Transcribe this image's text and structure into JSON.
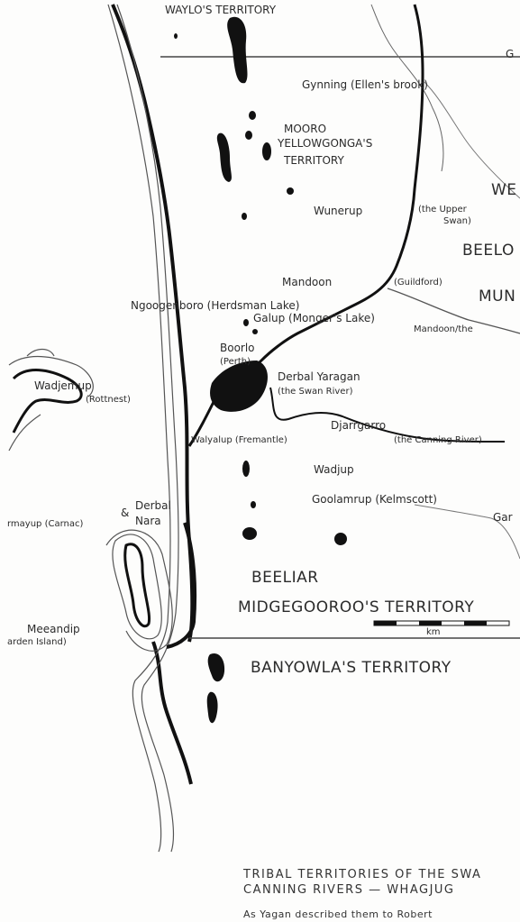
{
  "map": {
    "labels": {
      "waylo": "WAYLO'S TERRITORY",
      "gynning": "Gynning (Ellen's brook)",
      "g_partial": "G",
      "mooro": "MOORO",
      "yellowgonga": "YELLOWGONGA'S",
      "territory_y": "TERRITORY",
      "wunerup": "Wunerup",
      "upper_swan": "(the Upper",
      "upper_swan2": "Swan)",
      "we_partial": "WE",
      "beelo_partial": "BEELO",
      "mandoon": "Mandoon",
      "guildford": "(Guildford)",
      "mun_partial": "MUN",
      "ngoogenboro": "Ngoogenboro (Herdsman Lake)",
      "galup": "Galup (Monger's Lake)",
      "mandoon_partial": "Mandoon/the",
      "boorlo": "Boorlo",
      "perth": "(Perth)",
      "derbal_yaragan": "Derbal Yaragan",
      "swan_river": "(the Swan River)",
      "wadjemup": "Wadjemup",
      "rottnest": "(Rottnest)",
      "djarrgarro": "Djarrgarro",
      "canning_river": "(the Canning River)",
      "walyalup": "Walyalup (Fremantle)",
      "wadjup": "Wadjup",
      "goolamrup": "Goolamrup (Kelmscott)",
      "derbal_nara": "Derbal",
      "nara": "Nara",
      "ampersand": "&",
      "carnac": "rmayup (Carnac)",
      "gar_partial": "Gar",
      "beeliar": "BEELIAR",
      "midgegooroo": "MIDGEGOOROO'S TERRITORY",
      "km": "km",
      "meeandip": "Meeandip",
      "garden_island": "arden Island)",
      "banyowla": "BANYOWLA'S TERRITORY"
    },
    "caption": {
      "line1": "TRIBAL TERRITORIES OF THE SWA",
      "line2": "CANNING RIVERS — WHAGJUG",
      "line3": "As Yagan described them to Robert"
    },
    "ink_color": "#111111",
    "stroke_color": "#444444"
  }
}
